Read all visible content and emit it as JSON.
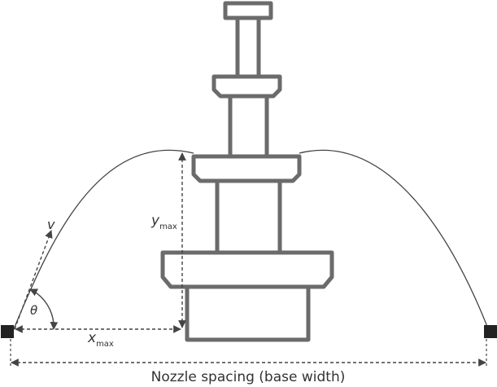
{
  "labels": {
    "velocity": "v",
    "angle": "θ",
    "y_main": "y",
    "y_sub": "max",
    "x_main": "x",
    "x_sub": "max",
    "base": "Nozzle spacing (base width)"
  },
  "colors": {
    "structure": "#6b6b6b",
    "line": "#444444",
    "nozzle": "#222222",
    "text": "#333333"
  }
}
